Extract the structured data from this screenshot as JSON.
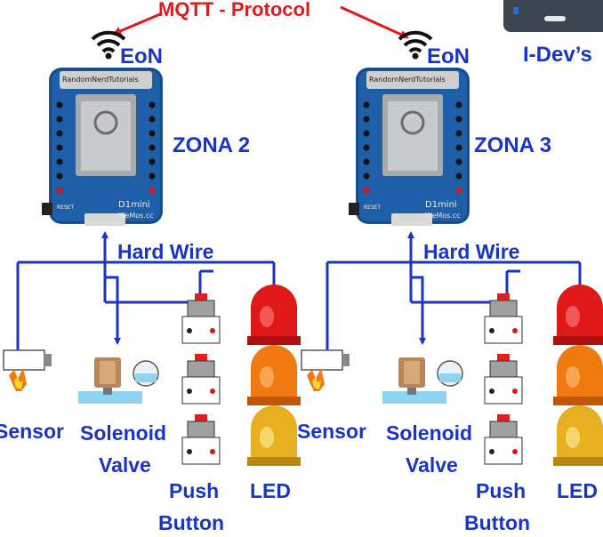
{
  "protocol_label": "MQTT - Protocol",
  "client": {
    "label": "I-Dev’s"
  },
  "nodes": [
    {
      "eon_label": "EoN",
      "zone_label": "ZONA 2",
      "board_brand": "RandomNerdTutorials",
      "board_model": "D1mini",
      "board_site": "WeMos.cc",
      "board_reset": "RESET",
      "wire_label": "Hard Wire",
      "sensor_label": "Sensor",
      "valve_label_1": "Solenoid",
      "valve_label_2": "Valve",
      "button_label_1": "Push",
      "button_label_2": "Button",
      "led_label": "LED"
    },
    {
      "eon_label": "EoN",
      "zone_label": "ZONA 3",
      "board_brand": "RandomNerdTutorials",
      "board_model": "D1mini",
      "board_site": "WeMos.cc",
      "board_reset": "RESET",
      "wire_label": "Hard Wire",
      "sensor_label": "Sensor",
      "valve_label_1": "Solenoid",
      "valve_label_2": "Valve",
      "button_label_1": "Push",
      "button_label_2": "Button",
      "led_label": "LED"
    }
  ],
  "colors": {
    "wire": "#1a35c4",
    "mqtt": "#e01a1a",
    "board": "#1f5fa8",
    "led_red": "#e01818",
    "led_orange": "#f07a10",
    "led_yellow": "#e8b020"
  }
}
